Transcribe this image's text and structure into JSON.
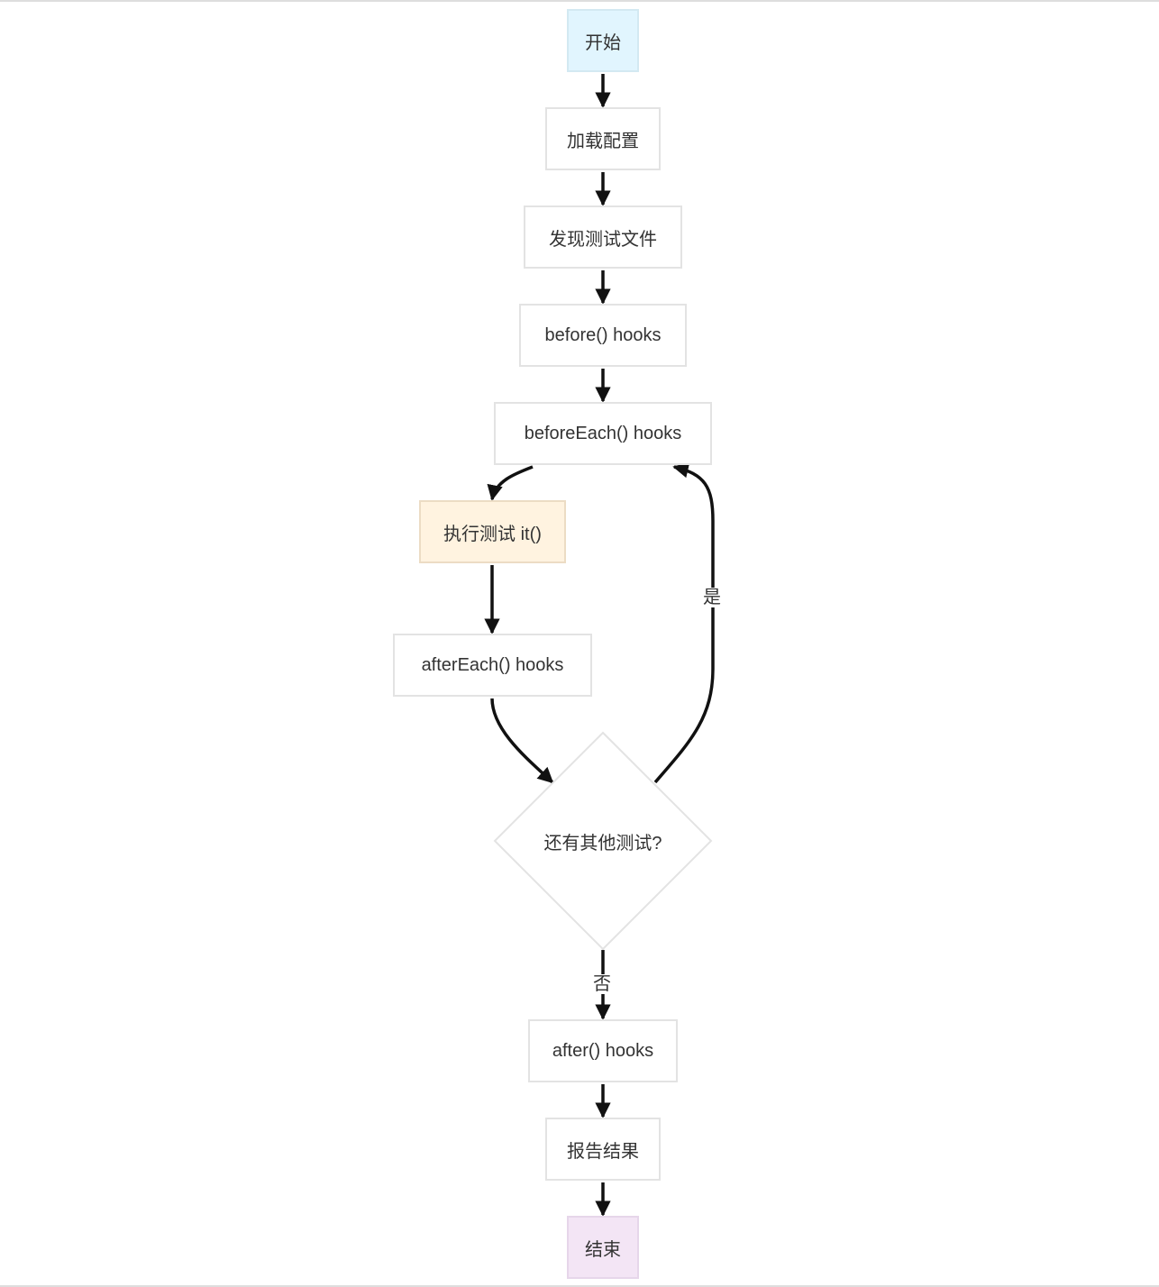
{
  "diagram": {
    "nodes": {
      "start": "开始",
      "load_config": "加载配置",
      "discover_files": "发现测试文件",
      "before_hooks": "before() hooks",
      "before_each_hooks": "beforeEach() hooks",
      "run_test": "执行测试 it()",
      "after_each_hooks": "afterEach() hooks",
      "more_tests": "还有其他测试?",
      "after_hooks": "after() hooks",
      "report": "报告结果",
      "end": "结束"
    },
    "edge_labels": {
      "yes": "是",
      "no": "否"
    },
    "colors": {
      "start_fill": "#e1f5fe",
      "exec_fill": "#fff3e0",
      "end_fill": "#f3e5f5",
      "edge": "#111111"
    }
  }
}
